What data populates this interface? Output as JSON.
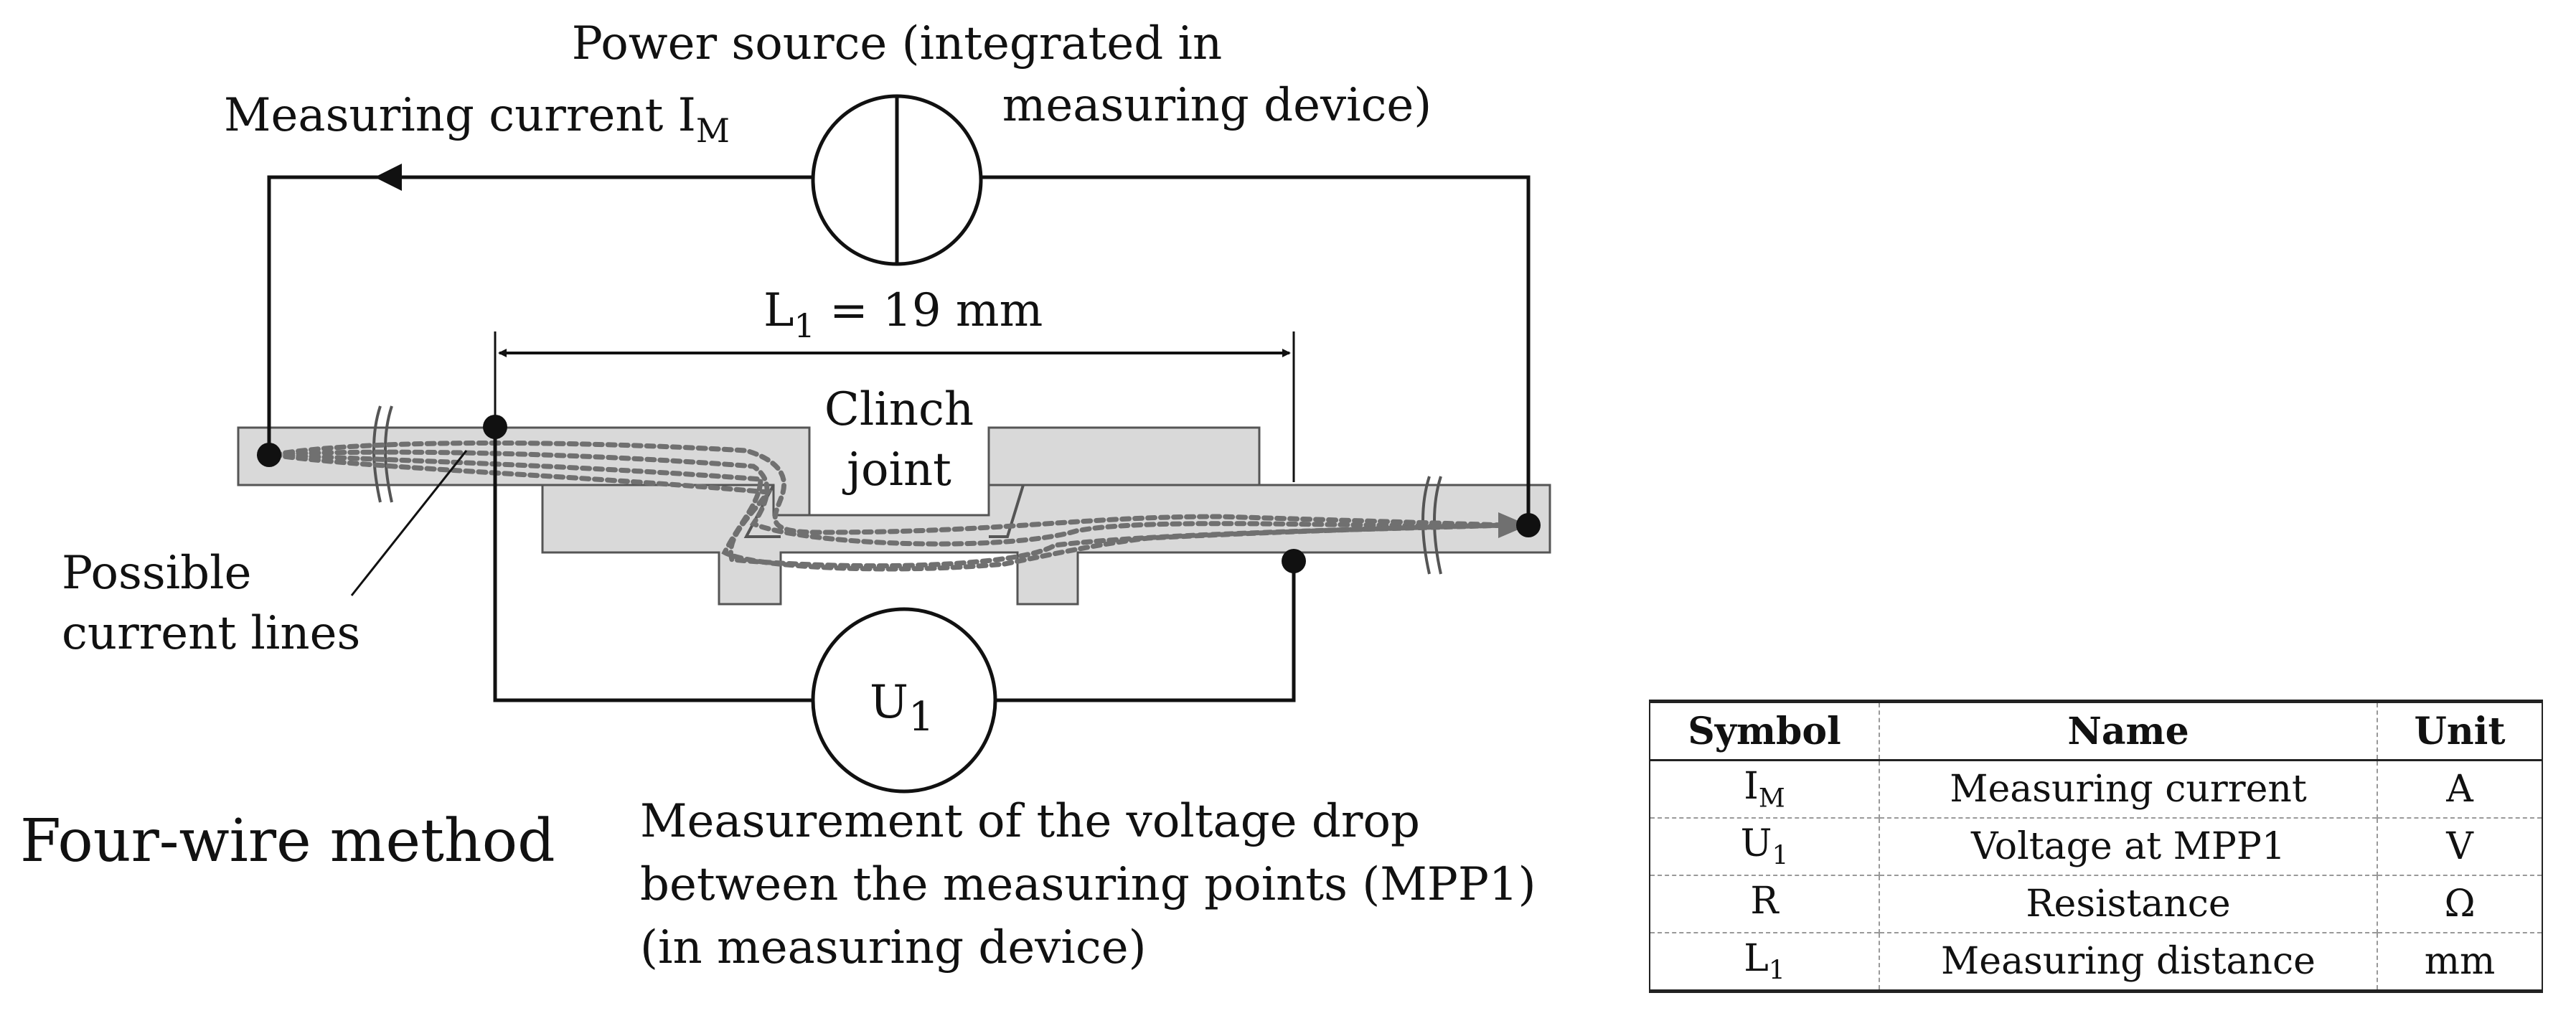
{
  "labels": {
    "measuring_current": "Measuring current I",
    "measuring_current_sub": "M",
    "power_source_line1": "Power source (integrated in",
    "power_source_line2": "measuring device)",
    "distance": "L",
    "distance_sub": "1",
    "distance_value": " = 19 mm",
    "clinch_line1": "Clinch",
    "clinch_line2": "joint",
    "possible_line1": "Possible",
    "possible_line2": "current lines",
    "voltmeter": "U",
    "voltmeter_sub": "1",
    "method_title": "Four-wire method",
    "measurement_line1": "Measurement of the voltage drop",
    "measurement_line2": "between the measuring points (MPP1)",
    "measurement_line3": "(in measuring device)"
  },
  "table": {
    "headers": [
      "Symbol",
      "Name",
      "Unit"
    ],
    "rows": [
      {
        "symbol": "I",
        "sub": "M",
        "name": "Measuring current",
        "unit": "A"
      },
      {
        "symbol": "U",
        "sub": "1",
        "name": "Voltage at MPP1",
        "unit": "V"
      },
      {
        "symbol": "R",
        "sub": "",
        "name": "Resistance",
        "unit": "Ω"
      },
      {
        "symbol": "L",
        "sub": "1",
        "name": "Measuring distance",
        "unit": "mm"
      }
    ]
  },
  "colors": {
    "sheet_fill": "#d9d9d9",
    "sheet_stroke": "#555555",
    "wire": "#111111",
    "current_lines": "#707070"
  }
}
